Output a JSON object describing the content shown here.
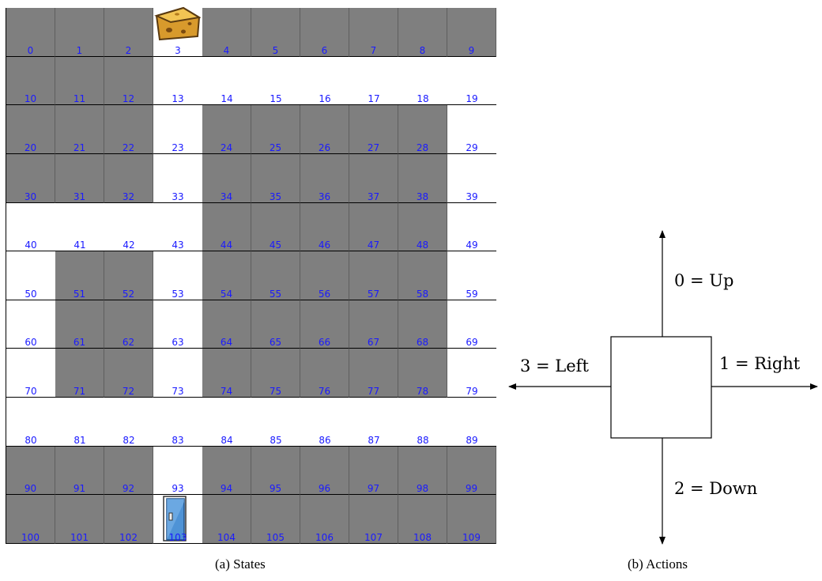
{
  "states_panel": {
    "caption": "(a) States",
    "columns": 10,
    "rows": 11,
    "blocked_states": [
      0,
      1,
      2,
      4,
      5,
      6,
      7,
      8,
      9,
      10,
      11,
      12,
      20,
      21,
      22,
      24,
      25,
      26,
      27,
      28,
      30,
      31,
      32,
      34,
      35,
      36,
      37,
      38,
      44,
      45,
      46,
      47,
      48,
      51,
      52,
      54,
      55,
      56,
      57,
      58,
      61,
      62,
      64,
      65,
      66,
      67,
      68,
      71,
      72,
      74,
      75,
      76,
      77,
      78,
      90,
      91,
      92,
      94,
      95,
      96,
      97,
      98,
      99,
      100,
      101,
      102,
      104,
      105,
      106,
      107,
      108,
      109
    ],
    "cheese_state": 3,
    "door_state": 103,
    "icons": {
      "goal": "cheese-icon",
      "start": "door-icon"
    },
    "colors": {
      "blocked": "#7f7f7f",
      "open": "#ffffff",
      "state_number": "#1a1aff",
      "grid_line": "#000000"
    }
  },
  "actions_panel": {
    "caption": "(b) Actions",
    "actions": {
      "up": "0 = Up",
      "right": "1 = Right",
      "down": "2 = Down",
      "left": "3 = Left"
    }
  }
}
